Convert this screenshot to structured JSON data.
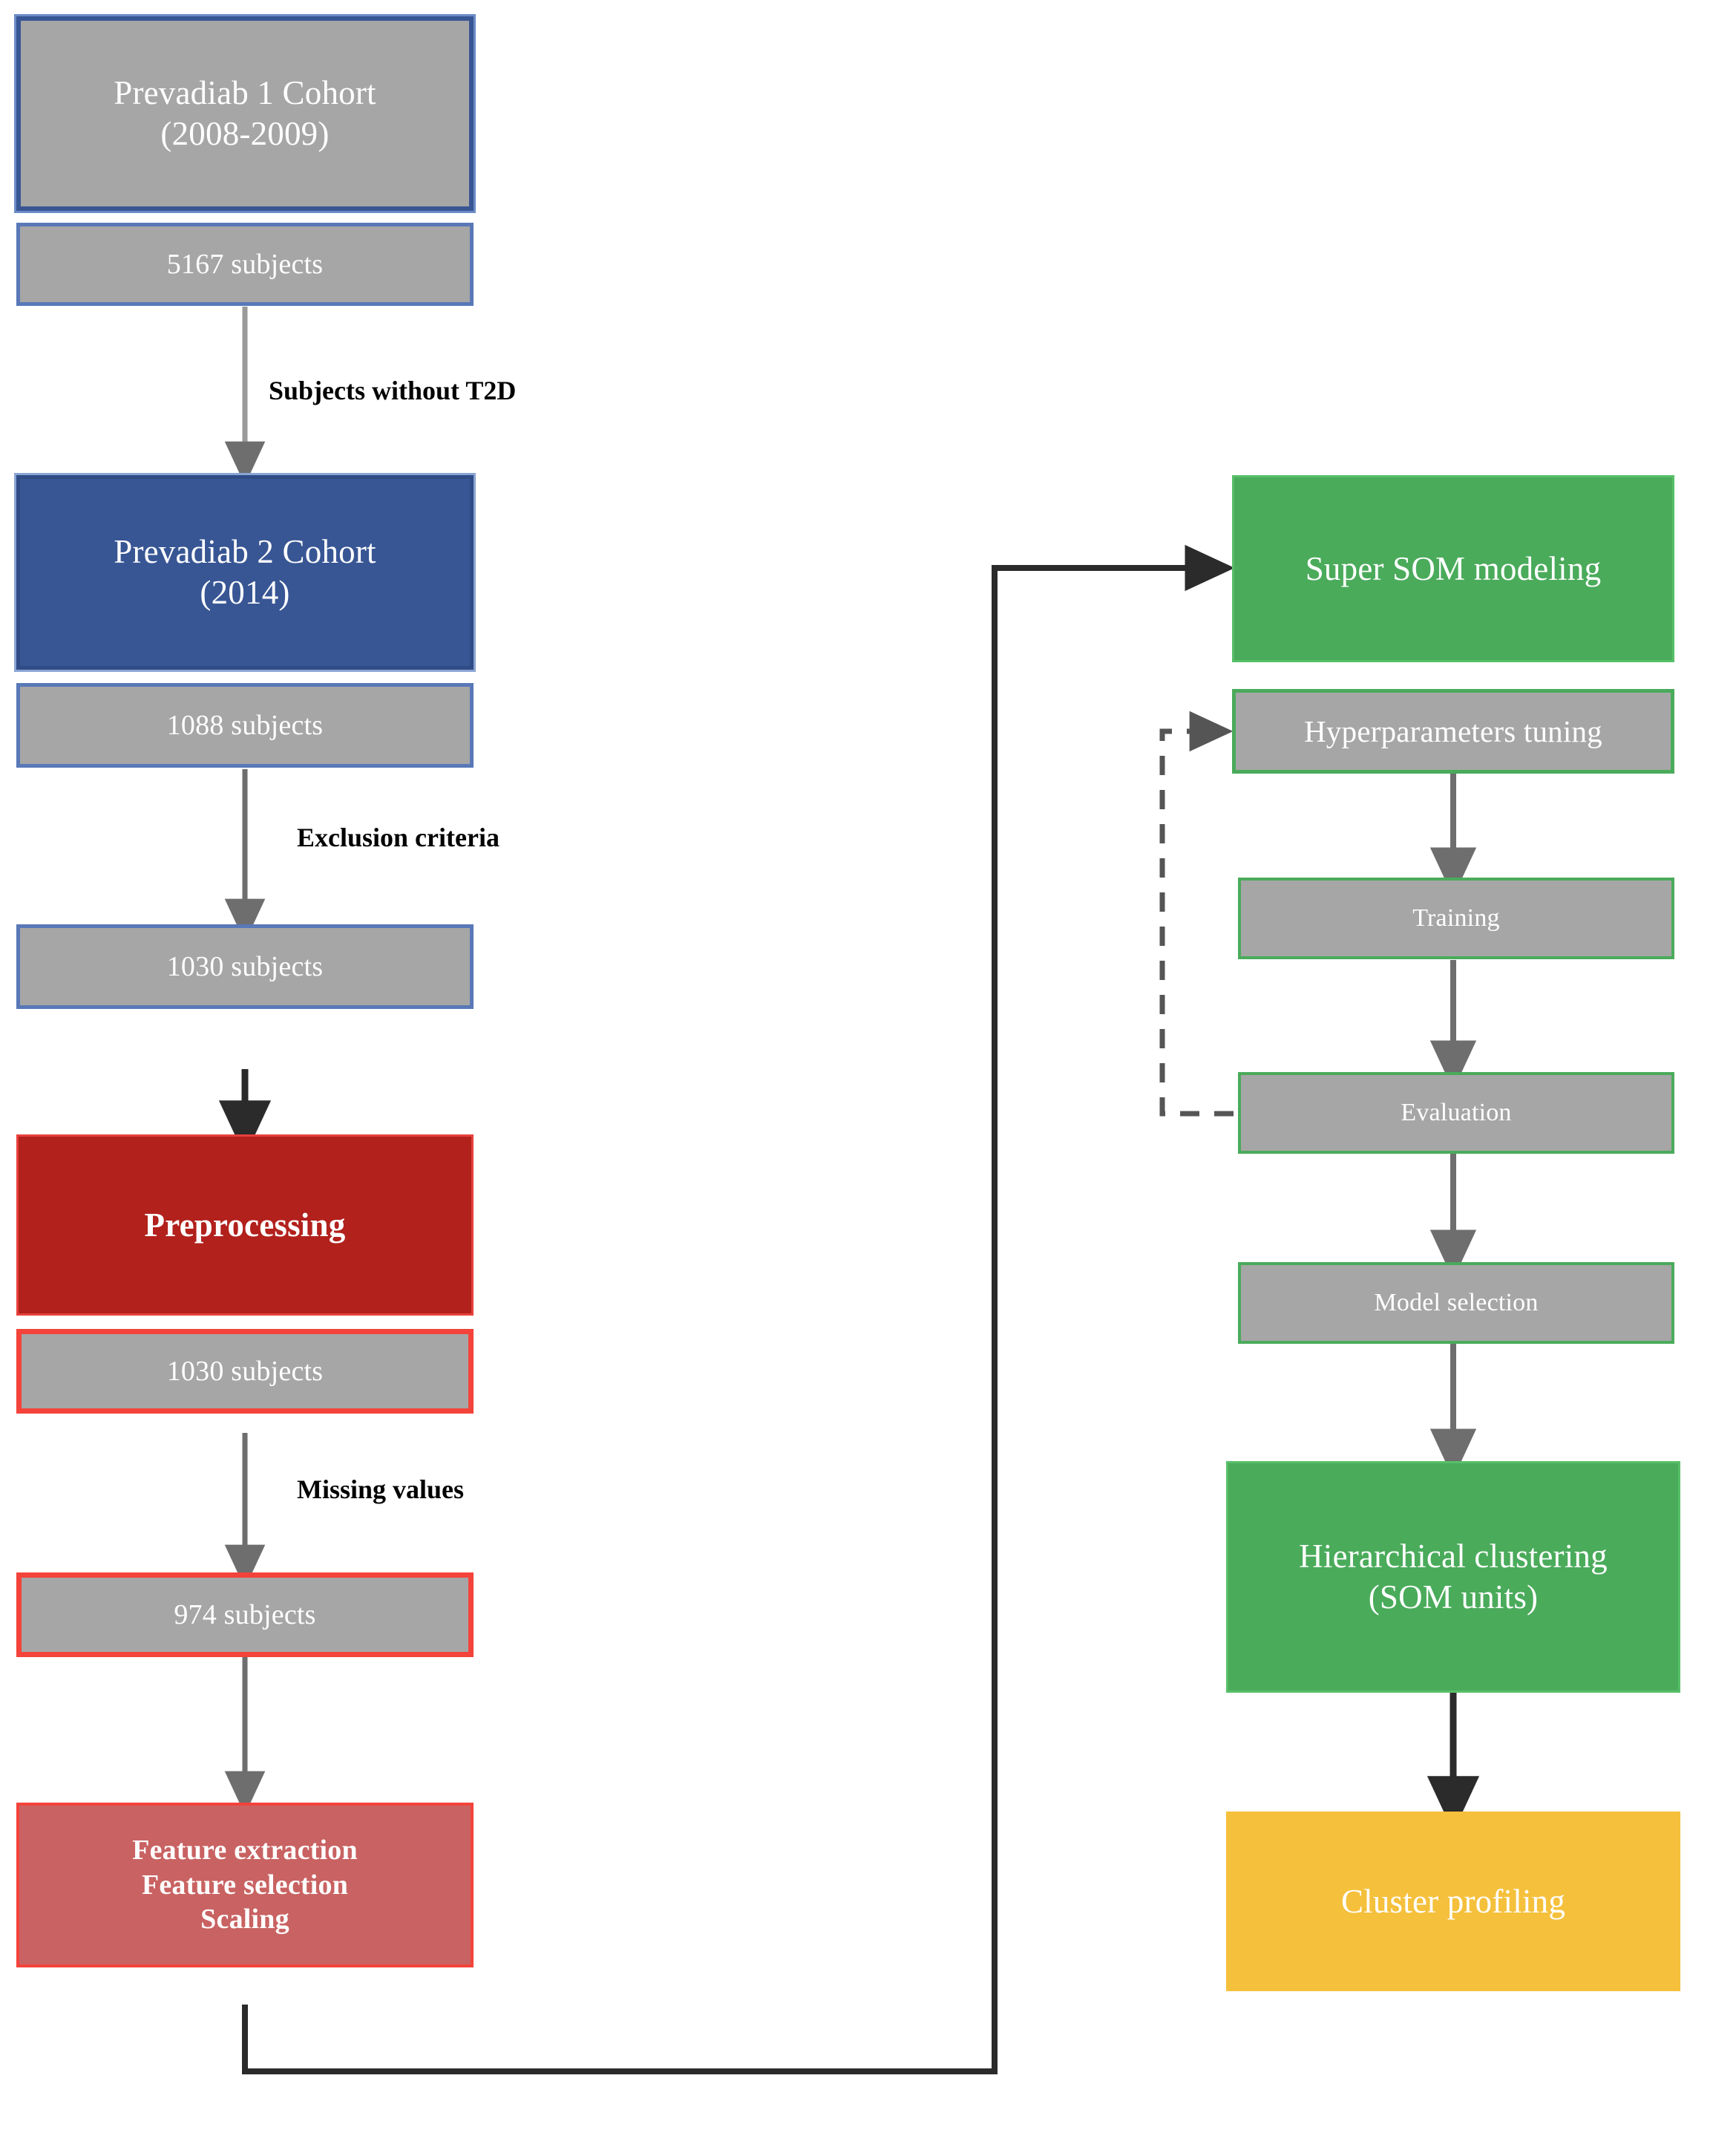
{
  "diagram": {
    "title": "Prevadiab study machine-learning workflow",
    "type": "flowchart",
    "palette": {
      "grey_fill": "#a6a6a6",
      "blue_border": "#385694",
      "blue_fill": "#385694",
      "dark_red": "#b2211c",
      "red_border": "#f4433a",
      "salmon": "#c96262",
      "green": "#4aab5b",
      "orange": "#f5c03c",
      "arrow_grey": "#6e6e6e",
      "arrow_dark": "#2b2b2b",
      "text_on_fill": "#ffffff",
      "label_text": "#000000"
    }
  },
  "left_column": {
    "nodes": [
      {
        "id": "prevadiab1",
        "label": "Prevadiab 1 Cohort\n(2008-2009)"
      },
      {
        "id": "subjects_5167",
        "label": "5167 subjects"
      },
      {
        "id": "prevadiab2",
        "label": "Prevadiab 2 Cohort\n(2014)"
      },
      {
        "id": "subjects_1088",
        "label": "1088 subjects"
      },
      {
        "id": "subjects_1030_a",
        "label": "1030 subjects"
      },
      {
        "id": "preprocessing",
        "label": "Preprocessing"
      },
      {
        "id": "subjects_1030_b",
        "label": "1030 subjects"
      },
      {
        "id": "subjects_974",
        "label": "974 subjects"
      },
      {
        "id": "feature_block",
        "label": "Feature extraction\nFeature selection\nScaling"
      }
    ],
    "edge_labels": [
      {
        "id": "edge_no_t2d",
        "text": "Subjects without T2D"
      },
      {
        "id": "edge_exclusion",
        "text": "Exclusion criteria"
      },
      {
        "id": "edge_missing",
        "text": "Missing values"
      }
    ]
  },
  "right_column": {
    "nodes": [
      {
        "id": "super_som",
        "label": "Super SOM modeling"
      },
      {
        "id": "hyperparameters",
        "label": "Hyperparameters tuning"
      },
      {
        "id": "training",
        "label": "Training"
      },
      {
        "id": "evaluation",
        "label": "Evaluation"
      },
      {
        "id": "model_selection",
        "label": "Model selection"
      },
      {
        "id": "hierarchical",
        "label": "Hierarchical clustering\n(SOM units)"
      },
      {
        "id": "cluster_profiling",
        "label": "Cluster profiling"
      }
    ]
  }
}
